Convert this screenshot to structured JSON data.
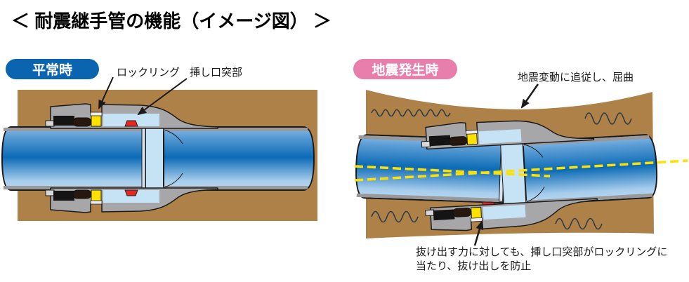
{
  "title": "＜ 耐震継手管の機能（イメージ図） ＞",
  "normal_panel": {
    "badge": "平常時",
    "labels": {
      "lock_ring": "ロックリング",
      "spigot_projection": "挿し口突部"
    }
  },
  "quake_panel": {
    "badge": "地震発生時",
    "label_bend": "地震変動に追従し、屈曲",
    "caption_line1": "抜け出す力に対しても、挿し口突部がロックリングに",
    "caption_line2": "当たり、抜け出しを防止"
  },
  "colors": {
    "badge_normal_blue": "#0A64B0",
    "badge_quake_pink": "#E87EAB",
    "soil_brown": "#AE8148",
    "pipe_blue_dark": "#0B6BB5",
    "pipe_blue_light": "#8ABBE8",
    "water_light_blue": "#C6E3F5",
    "joint_gray": "#A7A7A9",
    "lock_ring_yellow": "#FFE100",
    "projection_red": "#E8251E",
    "axis_dashed_yellow": "#FFE100",
    "gasket_black": "#141414"
  }
}
